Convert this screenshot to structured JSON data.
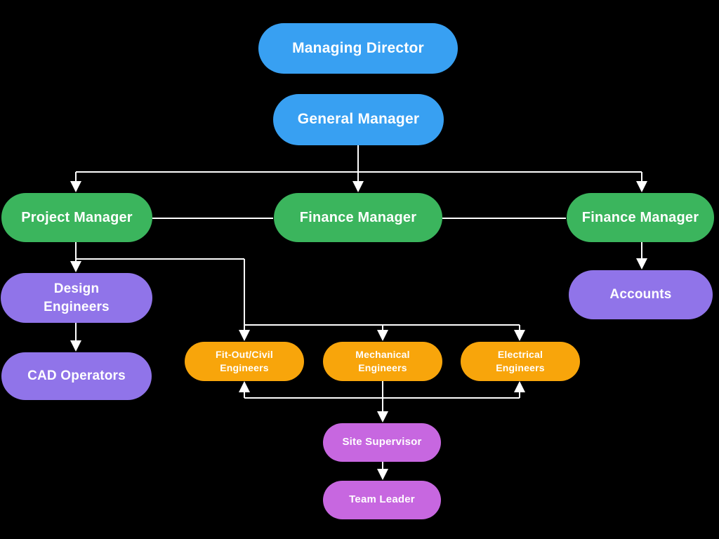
{
  "colors": {
    "background": "#000000",
    "line": "#FFFFFF",
    "text": "#FFFFFF",
    "blue": "#38A0F2",
    "green": "#3BB55D",
    "purple": "#9074E9",
    "orange": "#F8A50B",
    "magenta": "#C767E0"
  },
  "chart": {
    "type": "org-chart",
    "nodes": [
      {
        "id": "managing-director",
        "label": "Managing Director",
        "color": "blue"
      },
      {
        "id": "general-manager",
        "label": "General Manager",
        "color": "blue"
      },
      {
        "id": "project-manager",
        "label": "Project Manager",
        "color": "green"
      },
      {
        "id": "finance-manager-center",
        "label": "Finance Manager",
        "color": "green"
      },
      {
        "id": "finance-manager-right",
        "label": "Finance Manager",
        "color": "green"
      },
      {
        "id": "design-engineers",
        "label": "Design\nEngineers",
        "color": "purple"
      },
      {
        "id": "cad-operators",
        "label": "CAD Operators",
        "color": "purple"
      },
      {
        "id": "accounts",
        "label": "Accounts",
        "color": "purple"
      },
      {
        "id": "fit-out-civil-engineers",
        "label": "Fit-Out/Civil\nEngineers",
        "color": "orange"
      },
      {
        "id": "mechanical-engineers",
        "label": "Mechanical\nEngineers",
        "color": "orange"
      },
      {
        "id": "electrical-engineers",
        "label": "Electrical\nEngineers",
        "color": "orange"
      },
      {
        "id": "site-supervisor",
        "label": "Site Supervisor",
        "color": "magenta"
      },
      {
        "id": "team-leader",
        "label": "Team Leader",
        "color": "magenta"
      }
    ],
    "edges": [
      {
        "from": "general-manager",
        "to": "project-manager",
        "arrow": true
      },
      {
        "from": "general-manager",
        "to": "finance-manager-center",
        "arrow": true
      },
      {
        "from": "general-manager",
        "to": "finance-manager-right",
        "arrow": true
      },
      {
        "from": "project-manager",
        "to": "finance-manager-center",
        "arrow": false
      },
      {
        "from": "finance-manager-center",
        "to": "finance-manager-right",
        "arrow": false
      },
      {
        "from": "finance-manager-right",
        "to": "accounts",
        "arrow": true
      },
      {
        "from": "project-manager",
        "to": "design-engineers",
        "arrow": true
      },
      {
        "from": "design-engineers",
        "to": "cad-operators",
        "arrow": true
      },
      {
        "from": "project-manager",
        "to": "fit-out-civil-engineers",
        "arrow": true
      },
      {
        "from": "project-manager",
        "to": "mechanical-engineers",
        "arrow": true
      },
      {
        "from": "project-manager",
        "to": "electrical-engineers",
        "arrow": true
      },
      {
        "from": "site-supervisor",
        "to": "fit-out-civil-engineers",
        "arrow": true
      },
      {
        "from": "site-supervisor",
        "to": "electrical-engineers",
        "arrow": true
      },
      {
        "from": "mechanical-engineers",
        "to": "site-supervisor",
        "arrow": true
      },
      {
        "from": "site-supervisor",
        "to": "team-leader",
        "arrow": true
      }
    ]
  }
}
